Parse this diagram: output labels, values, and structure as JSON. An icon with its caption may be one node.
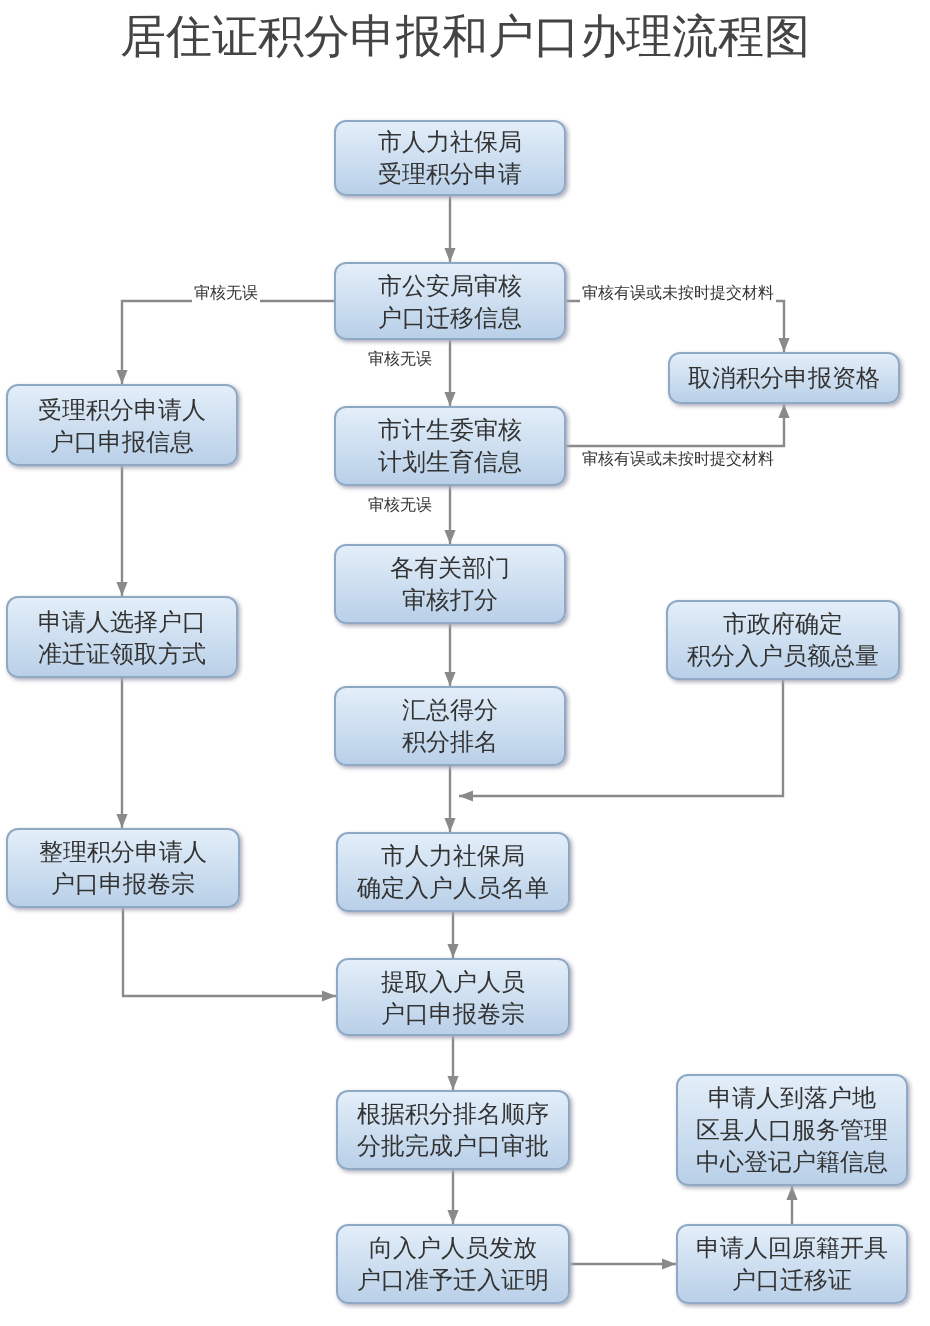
{
  "diagram": {
    "title": "居住证积分申报和户口办理流程图",
    "nodes": [
      {
        "text": [
          "市人力社保局受理积分申请"
        ]
      },
      {
        "text": [
          "市公安局审核户口迁移信息"
        ]
      },
      {
        "text": [
          "取消积分申报资格"
        ]
      },
      {
        "text": [
          "受理积分申请人户口申报信息"
        ]
      },
      {
        "text": [
          "市计生委审核计划生育信息"
        ]
      },
      {
        "text": [
          "各有关部门审核打分"
        ]
      },
      {
        "text": [
          "申请人选择户口准迁证领取方式"
        ]
      },
      {
        "text": [
          "市政府确定积分入户员额总量"
        ]
      },
      {
        "text": [
          "汇总得分积分排名"
        ]
      },
      {
        "text": [
          "整理积分申请人户口申报卷宗"
        ]
      },
      {
        "text": [
          "市人力社保局确定入户人员名单"
        ]
      },
      {
        "text": [
          "提取入户人员户口申报卷宗"
        ]
      },
      {
        "text": [
          "根据积分排名顺序分批完成户口审批"
        ]
      },
      {
        "text": [
          "向入户人员发放户口准予迁入证明"
        ]
      },
      {
        "text": [
          "申请人到落户地区县人口服务管理中心登记户籍信息"
        ]
      },
      {
        "text": [
          "申请人回原籍开具户口迁移证"
        ]
      }
    ],
    "edges": [
      {
        "from": 0,
        "to": 1,
        "arrow": "to"
      },
      {
        "from": 1,
        "to": 3,
        "arrow": "to",
        "label": "审核无误"
      },
      {
        "from": 1,
        "to": 2,
        "arrow": "to",
        "label": "审核有误或未按时提交材料"
      },
      {
        "from": 1,
        "to": 4,
        "arrow": "to",
        "label": "审核无误"
      },
      {
        "from": 4,
        "to": 2,
        "arrow": "to",
        "label": "审核有误或未按时提交材料"
      },
      {
        "from": 4,
        "to": 5,
        "arrow": "to",
        "label": "审核无误"
      },
      {
        "from": 3,
        "to": 6,
        "arrow": "to"
      },
      {
        "from": 5,
        "to": 8,
        "arrow": "to"
      },
      {
        "from": 6,
        "to": 9,
        "arrow": "to"
      },
      {
        "from": 8,
        "to": 10,
        "arrow": "to"
      },
      {
        "from": 7,
        "to": 10,
        "arrow": "to"
      },
      {
        "from": 10,
        "to": 11,
        "arrow": "to"
      },
      {
        "from": 9,
        "to": 11,
        "arrow": "to"
      },
      {
        "from": 11,
        "to": 12,
        "arrow": "to"
      },
      {
        "from": 12,
        "to": 13,
        "arrow": "to"
      },
      {
        "from": 13,
        "to": 15,
        "arrow": "to"
      },
      {
        "from": 15,
        "to": 14,
        "arrow": "to"
      }
    ]
  }
}
